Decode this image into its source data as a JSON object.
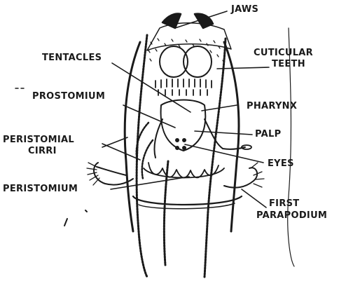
{
  "labels": {
    "jaws": "JAWS",
    "tentacles": "TENTACLES",
    "cuticular_teeth_line1": "CUTICULAR",
    "cuticular_teeth_line2": "TEETH",
    "prostomium": "PROSTOMIUM",
    "pharynx": "PHARYNX",
    "palp": "PALP",
    "peristomial_cirri_line1": "PERISTOMIAL",
    "peristomial_cirri_line2": "CIRRI",
    "eyes": "EYES",
    "peristomium": "PERISTOMIUM",
    "first_parapodium_line1": "FIRST",
    "first_parapodium_line2": "PARAPODIUM"
  },
  "colors": {
    "ink": "#1a1a1a",
    "background": "#ffffff"
  }
}
